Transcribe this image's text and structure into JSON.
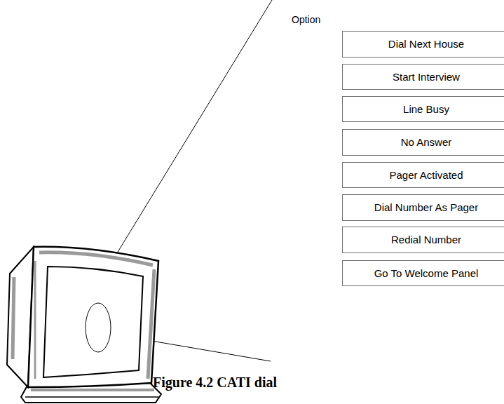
{
  "diagram": {
    "caption": "Figure 4.2 CATI dial",
    "nodes": [
      {
        "text": [
          "Dial Next House"
        ]
      },
      {
        "text": [
          "Start Interview"
        ]
      },
      {
        "text": [
          "Line Busy"
        ]
      },
      {
        "text": [
          "No Answer"
        ]
      },
      {
        "text": [
          "Pager Activated"
        ]
      },
      {
        "text": [
          "Dial Number As Pager"
        ]
      },
      {
        "text": [
          "Redial Number"
        ]
      },
      {
        "text": [
          "Go To Welcome Panel"
        ]
      }
    ],
    "labels": [
      "Option"
    ]
  }
}
